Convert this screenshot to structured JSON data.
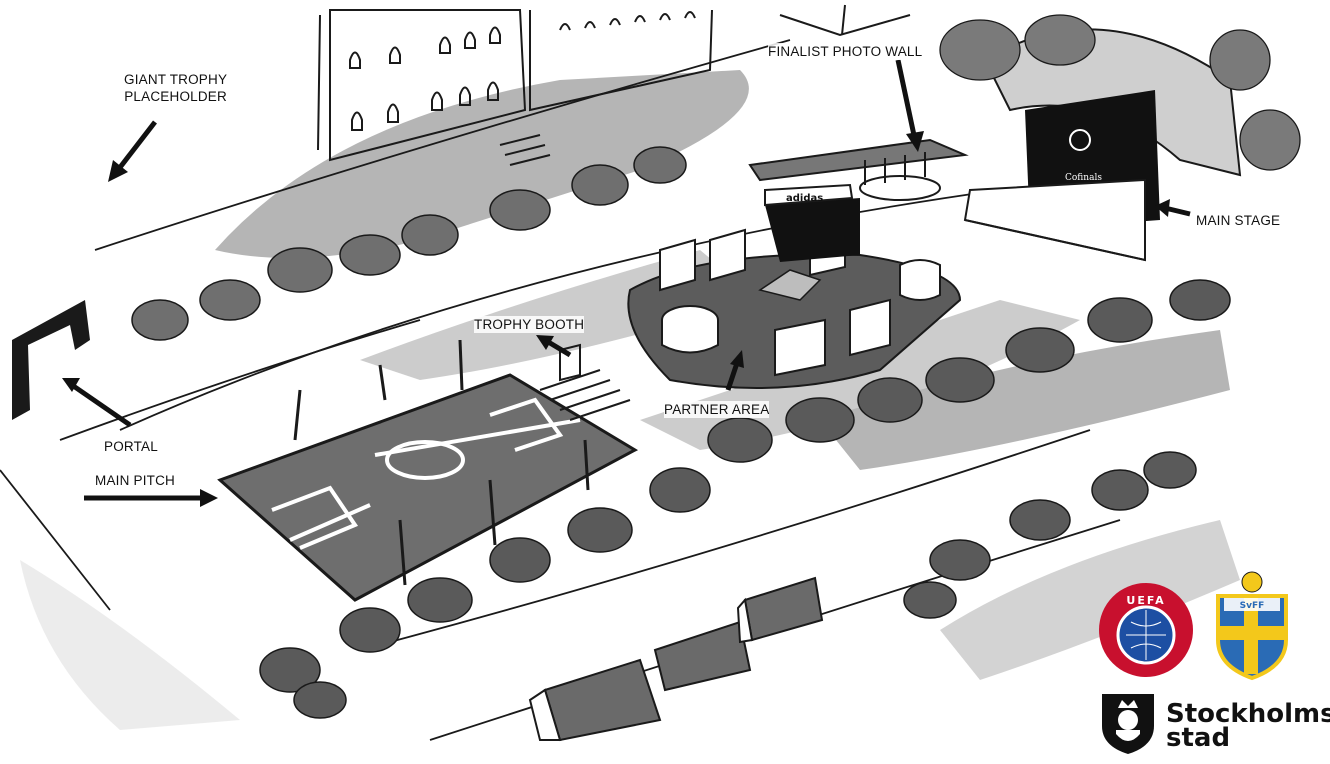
{
  "labels": {
    "giant_trophy": "GIANT TROPHY\nPLACEHOLDER",
    "finalist_photo_wall": "FINALIST PHOTO WALL",
    "main_stage": "MAIN STAGE",
    "trophy_booth": "TROPHY BOOTH",
    "partner_area": "PARTNER AREA",
    "portal": "PORTAL",
    "main_pitch": "MAIN PITCH"
  },
  "signage": {
    "adidas_booth": "adidas",
    "stage_screen": "Cofinals"
  },
  "logos": {
    "uefa": "UEFA",
    "svff": "SvFF",
    "stockholm_line1": "Stockholms",
    "stockholm_line2": "stad"
  },
  "colors": {
    "sketch_gray": "#9a9a9a",
    "dark": "#1a1a1a",
    "uefa_red": "#c8102e",
    "uefa_blue": "#1d4fa3",
    "sweden_blue": "#2a6bb5",
    "sweden_yellow": "#f3c81b"
  }
}
